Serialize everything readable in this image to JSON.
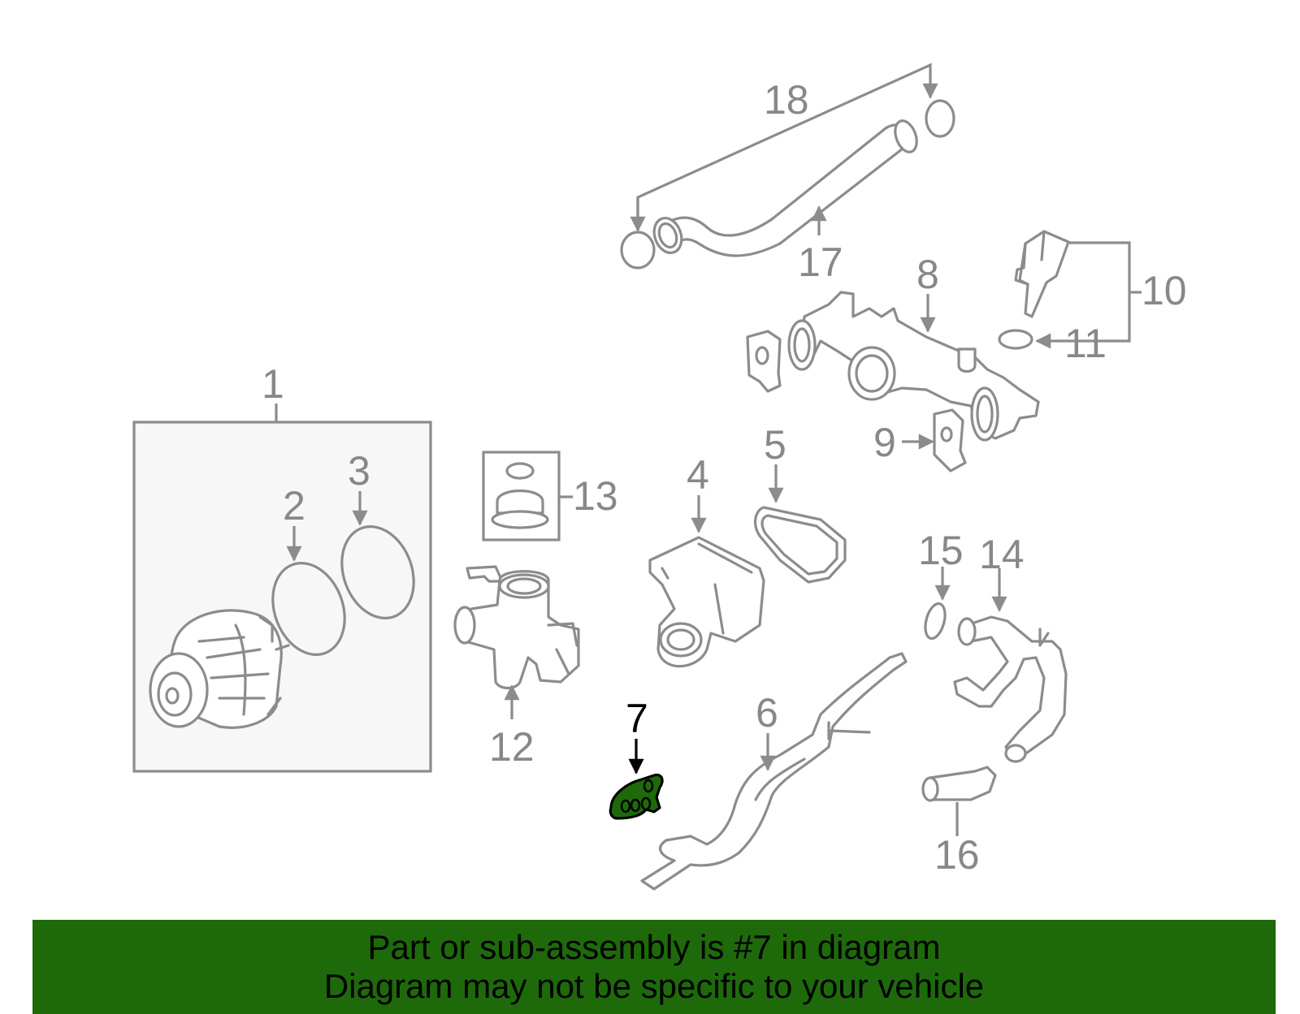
{
  "callouts": {
    "c1": "1",
    "c2": "2",
    "c3": "3",
    "c4": "4",
    "c5": "5",
    "c6": "6",
    "c7": "7",
    "c8": "8",
    "c9": "9",
    "c10": "10",
    "c11": "11",
    "c12": "12",
    "c13": "13",
    "c14": "14",
    "c15": "15",
    "c16": "16",
    "c17": "17",
    "c18": "18"
  },
  "highlight": {
    "part": "7",
    "color": "#1e6a0b"
  },
  "banner": {
    "line1": "Part or sub-assembly is #7 in diagram",
    "line2": "Diagram may not be specific to your vehicle",
    "background": "#1e6a0b"
  }
}
